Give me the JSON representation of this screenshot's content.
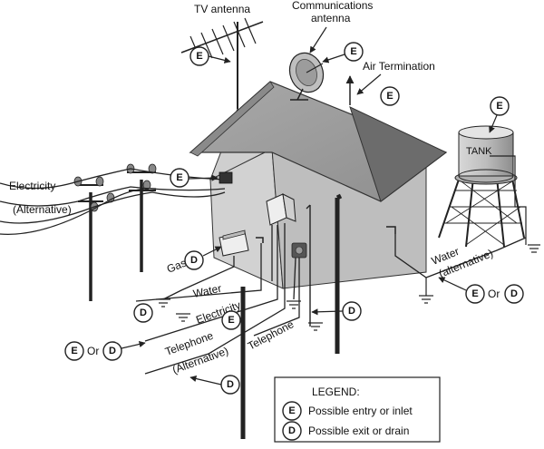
{
  "labels": {
    "tv_antenna": "TV antenna",
    "comms_antenna_1": "Communications",
    "comms_antenna_2": "antenna",
    "air_termination": "Air Termination",
    "electricity": "Electricity",
    "electricity_alt": "(Alternative)",
    "tank": "TANK",
    "gas": "Gas",
    "water": "Water",
    "electricity_2": "Electricity",
    "telephone_1": "Telephone",
    "telephone_alt_1": "Telephone",
    "telephone_alt_2": "(Alternative)",
    "water_alt_1": "Water",
    "water_alt_2": "(alternative)",
    "or_1": "Or",
    "or_2": "Or"
  },
  "markers": {
    "entry": "E",
    "exit": "D"
  },
  "legend": {
    "title": "LEGEND:",
    "entry_desc": "Possible entry or inlet",
    "exit_desc": "Possible exit or drain"
  }
}
